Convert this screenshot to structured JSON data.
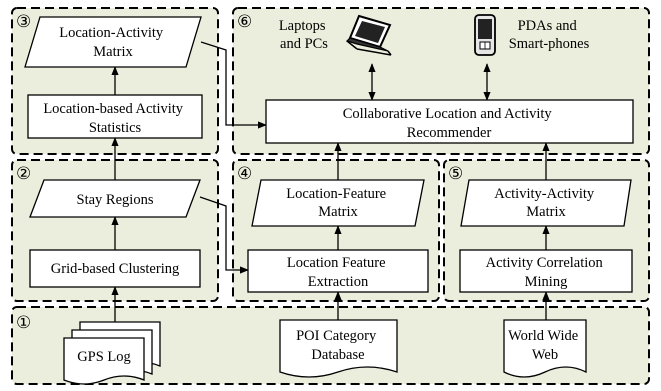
{
  "colors": {
    "panel_fill": "#ECEEDD",
    "box_fill": "#FFFFFF",
    "stroke": "#000000"
  },
  "panels": {
    "p1": {
      "number": "①"
    },
    "p2": {
      "number": "②"
    },
    "p3": {
      "number": "③"
    },
    "p4": {
      "number": "④"
    },
    "p5": {
      "number": "⑤"
    },
    "p6": {
      "number": "⑥"
    }
  },
  "nodes": {
    "loc_act_matrix": [
      "Location-Activity",
      "Matrix"
    ],
    "loc_act_stats": [
      "Location-based Activity",
      "Statistics"
    ],
    "stay_regions": [
      "Stay Regions"
    ],
    "grid_clustering": [
      "Grid-based Clustering"
    ],
    "recommender": [
      "Collaborative Location and Activity",
      "Recommender"
    ],
    "loc_feat_matrix": [
      "Location-Feature",
      "Matrix"
    ],
    "loc_feat_extract": [
      "Location Feature",
      "Extraction"
    ],
    "act_act_matrix": [
      "Activity-Activity",
      "Matrix"
    ],
    "act_corr_mining": [
      "Activity Correlation",
      "Mining"
    ],
    "gps_log": [
      "GPS Log"
    ],
    "poi_db": [
      "POI Category",
      "Database"
    ],
    "www": [
      "World Wide",
      "Web"
    ]
  },
  "devices": {
    "laptops": {
      "label": [
        "Laptops",
        "and PCs"
      ],
      "icon": "laptop-icon"
    },
    "pdas": {
      "label": [
        "PDAs and",
        "Smart-phones"
      ],
      "icon": "smartphone-icon"
    }
  }
}
